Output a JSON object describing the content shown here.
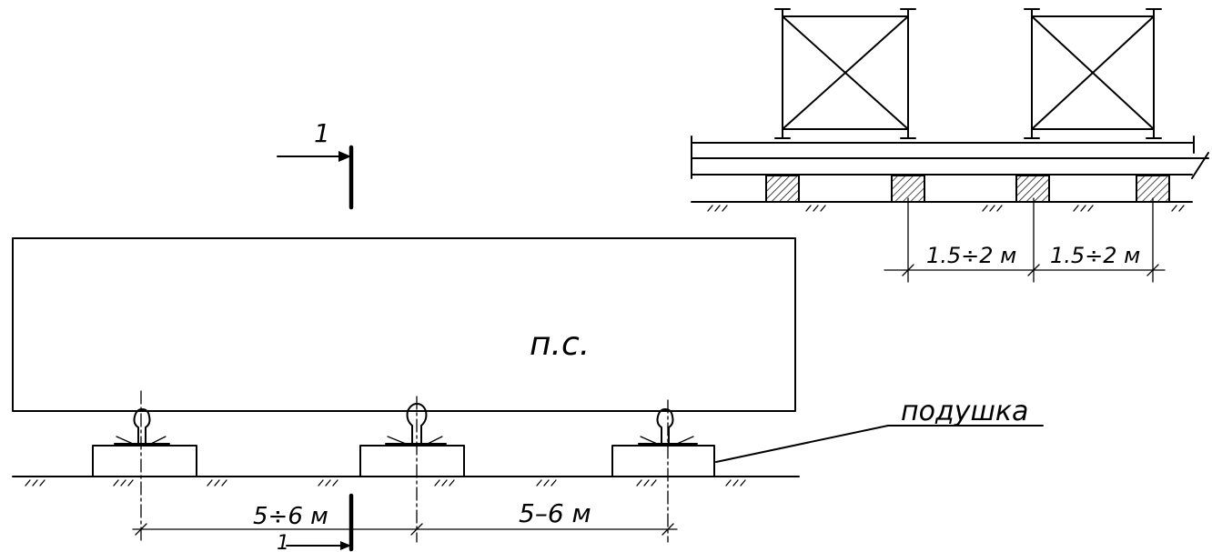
{
  "section_marker": {
    "number": "1"
  },
  "section_marker_bottom": {
    "number": "1"
  },
  "main_view": {
    "body_label": "п.с.",
    "pad_label": "подушка",
    "spacing_left": "5÷6 м",
    "spacing_right": "5–6 м"
  },
  "detail_view": {
    "spacing_left": "1.5÷2 м",
    "spacing_right": "1.5÷2 м"
  }
}
